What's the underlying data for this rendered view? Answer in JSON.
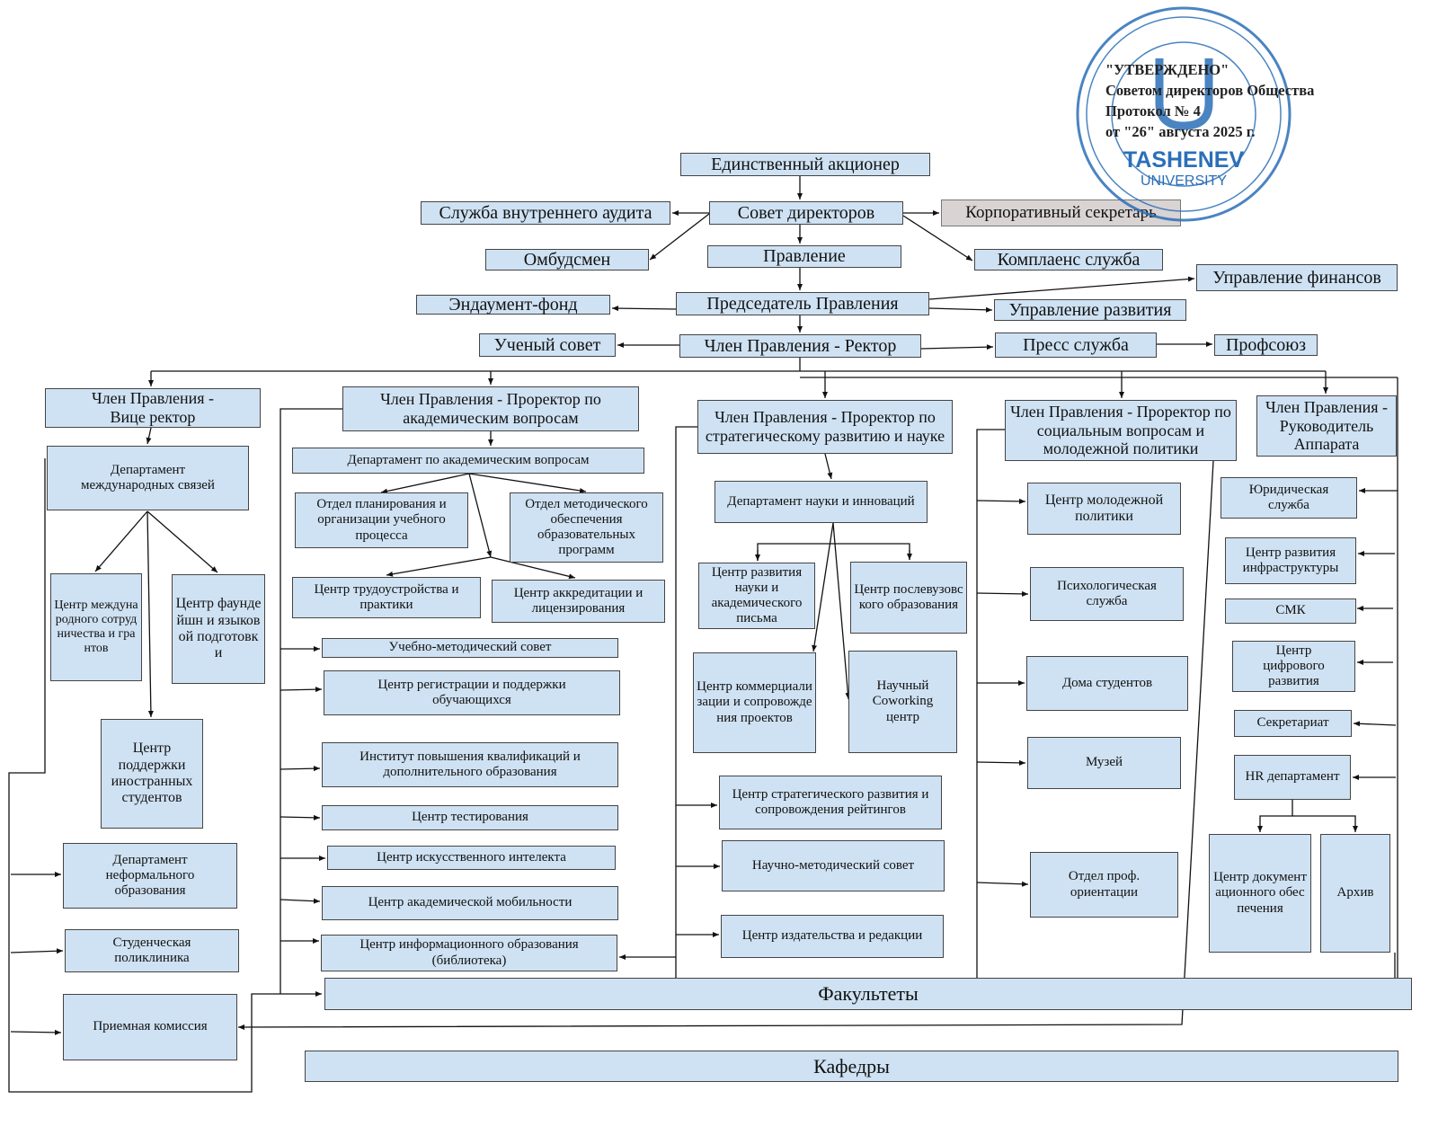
{
  "approval": {
    "line1": "\"УТВЕРЖДЕНО\"",
    "line2": "Советом директоров Общества",
    "line3": "Протокол № 4",
    "line4": "от \"26\" августа 2025 г."
  },
  "stamp": {
    "brand": "TASHENEV",
    "sub": "UNIVERSITY",
    "color": "#2b6fb8"
  },
  "colors": {
    "box_fill": "#cfe2f3",
    "corp_secretary_fill": "#d9d3d3"
  },
  "top": {
    "shareholder": "Единственный акционер",
    "board": "Совет директоров",
    "audit": "Служба внутреннего аудита",
    "corp_secretary": "Корпоративный секретарь",
    "ombudsman": "Омбудсмен",
    "management": "Правление",
    "compliance": "Комплаенс служба",
    "finance": "Управление финансов",
    "endowment": "Эндаумент-фонд",
    "chairman": "Председатель Правления",
    "development": "Управление развития",
    "academic_council": "Ученый совет",
    "rector": "Член Правления - Ректор",
    "press": "Пресс служба",
    "union": "Профсоюз"
  },
  "vice": {
    "head": "Член Правления - Вице ректор",
    "dept_intl": "Департамент международных связей",
    "intl_coop": "Центр международного сотрудничества и грантов",
    "foundation": "Центр фаундейшн и языковой подготовки",
    "foreign_support": "Центр поддержки иностранных студентов",
    "nonformal": "Департамент неформального образования",
    "clinic": "Студенческая поликлиника",
    "admissions": "Приемная комиссия"
  },
  "academic": {
    "head": "Член Правления - Проректор по академическим вопросам",
    "dept": "Департамент по академическим вопросам",
    "planning": "Отдел планирования и организации учебного процесса",
    "methodical": "Отдел методического обеспечения образовательных программ",
    "employment": "Центр трудоустройства и практики",
    "accreditation": "Центр аккредитации и лицензирования",
    "umc": "Учебно-методический совет",
    "registration": "Центр регистрации и поддержки обучающихся",
    "institute": "Институт повышения квалификаций и дополнительного образования",
    "testing": "Центр тестирования",
    "ai": "Центр искусственного интелекта",
    "mobility": "Центр академической мобильности",
    "library": "Центр информационного образования (библиотека)"
  },
  "strategy": {
    "head": "Член Правления - Проректор по стратегическому развитию и науке",
    "dept": "Департамент науки и  инноваций",
    "sci_dev": "Центр развития науки и академического письма",
    "postgrad": "Центр послевузовского образования",
    "commercial": "Центр коммерциализации и сопровождения проектов",
    "coworking": "Научный Coworking центр",
    "strategic_center": "Центр стратегического развития и сопровождения рейтингов",
    "scimethod": "Научно-методический совет",
    "publishing": "Центр издательства и редакции"
  },
  "social": {
    "head": "Член Правления - Проректор по социальным вопросам и молодежной политики",
    "youth": "Центр молодежной политики",
    "psych": "Психологическая служба",
    "dorms": "Дома студентов",
    "museum": "Музей",
    "career": "Отдел проф. ориентации"
  },
  "apparatus": {
    "head": "Член Правления - Руководитель Аппарата",
    "legal": "Юридическая служба",
    "infra": "Центр развития инфраструктуры",
    "smk": "СМК",
    "digital": "Центр цифрового развития",
    "secretariat": "Секретариат",
    "hr": "HR департамент",
    "docs": "Центр документационного обеспечения",
    "archive": "Архив"
  },
  "bottom": {
    "faculties": "Факультеты",
    "chairs": "Кафедры"
  }
}
